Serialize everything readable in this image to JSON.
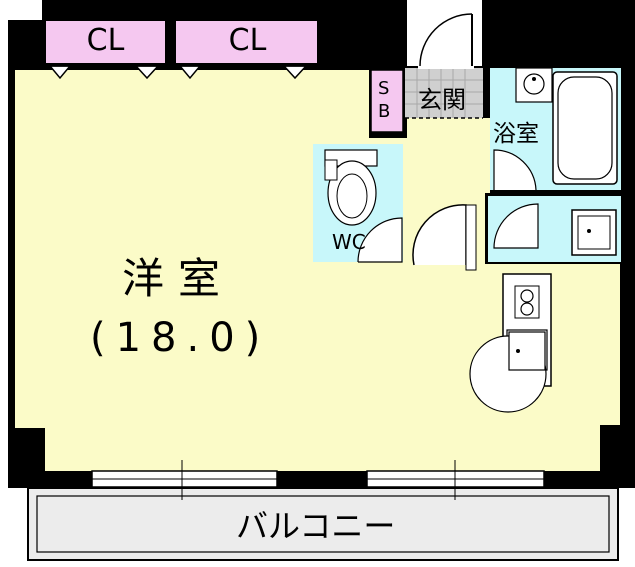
{
  "rooms": {
    "western": {
      "name": "洋室",
      "area": "(18.0)"
    },
    "bath": {
      "name": "浴室"
    },
    "entrance": {
      "name": "玄関"
    },
    "toilet": {
      "name": "WC"
    },
    "shoe_box": {
      "name_top": "S",
      "name_bottom": "B"
    },
    "balcony": {
      "name": "バルコニー"
    }
  },
  "closets": [
    {
      "label": "CL"
    },
    {
      "label": "CL"
    }
  ],
  "colors": {
    "room_floor": "#fbfbc8",
    "wet_area": "#c8f7fa",
    "closet": "#f5c8f0",
    "wall": "#000000",
    "balcony": "#ececec",
    "entrance_tile": "#d0d0d0"
  }
}
